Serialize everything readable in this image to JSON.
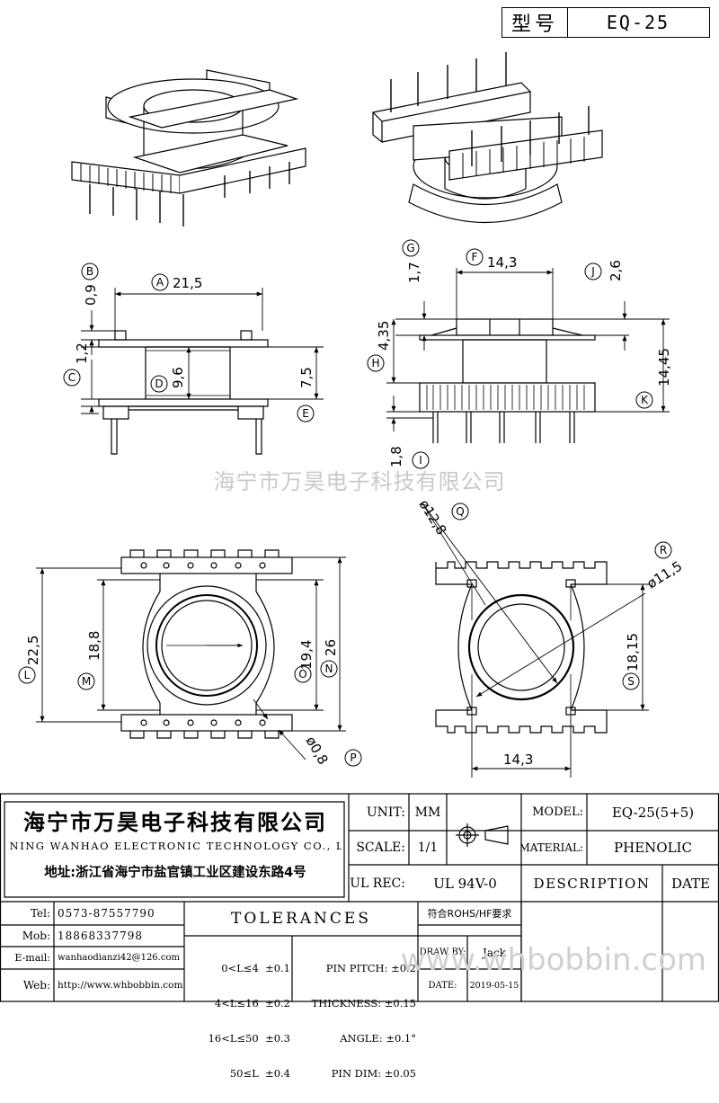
{
  "header": {
    "model_label": "型号",
    "model_value": "EQ-25"
  },
  "watermark": {
    "middle": "海宁市万昊电子科技有限公司",
    "bottom": "www.whbobbin.com"
  },
  "dimensions": {
    "A": "21,5",
    "B": "0,9",
    "C": "1,2",
    "D": "9,6",
    "E_value": "7,5",
    "F": "14,3",
    "G": "1,7",
    "H": "4,35",
    "I": "1,8",
    "J": "2,6",
    "K": "14,45",
    "L": "22,5",
    "M": "18,8",
    "O": "19,4",
    "N": "26",
    "P": "ø0,8",
    "Q": "ø12,8",
    "R": "ø11,5",
    "S": "18,15",
    "T": "14,3"
  },
  "markers": [
    "A",
    "B",
    "C",
    "D",
    "E",
    "F",
    "G",
    "H",
    "I",
    "J",
    "K",
    "L",
    "M",
    "N",
    "O",
    "P",
    "Q",
    "R",
    "S"
  ],
  "title_block": {
    "company_cn": "海宁市万昊电子科技有限公司",
    "company_en": "HAINING WANHAO ELECTRONIC TECHNOLOGY CO., LTD.",
    "address": "地址:浙江省海宁市盐官镇工业区建设东路4号",
    "unit_label": "UNIT:",
    "unit_value": "MM",
    "scale_label": "SCALE:",
    "scale_value": "1/1",
    "ul_label": "UL REC:",
    "ul_value": "UL 94V-0",
    "model_label": "MODEL:",
    "model_value": "EQ-25(5+5)",
    "material_label": "MATERIAL:",
    "material_value": "PHENOLIC",
    "description_label": "DESCRIPTION",
    "date_label": "DATE",
    "tel_label": "Tel:",
    "tel_value": "0573-87557790",
    "mob_label": "Mob:",
    "mob_value": "18868337798",
    "email_label": "E-mail:",
    "email_value": "wanhaodianzi42@126.com",
    "web_label": "Web:",
    "web_value": "http://www.whbobbin.com",
    "tolerances_label": "TOLERANCES",
    "rohs": "符合ROHS/HF要求",
    "tol_left": [
      "0<L≤4  ±0.1",
      "4<L≤16  ±0.2",
      "16<L≤50  ±0.3",
      "50≤L  ±0.4"
    ],
    "tol_right": [
      "PIN PITCH: ±0.2",
      "THICKNESS: ±0.15",
      "ANGLE: ±0.1°",
      "PIN DIM: ±0.05"
    ],
    "draw_by_label": "DRAW BY:",
    "draw_by_value": "Jack",
    "date_label_small": "DATE:",
    "date_value": "2019-05-15"
  }
}
